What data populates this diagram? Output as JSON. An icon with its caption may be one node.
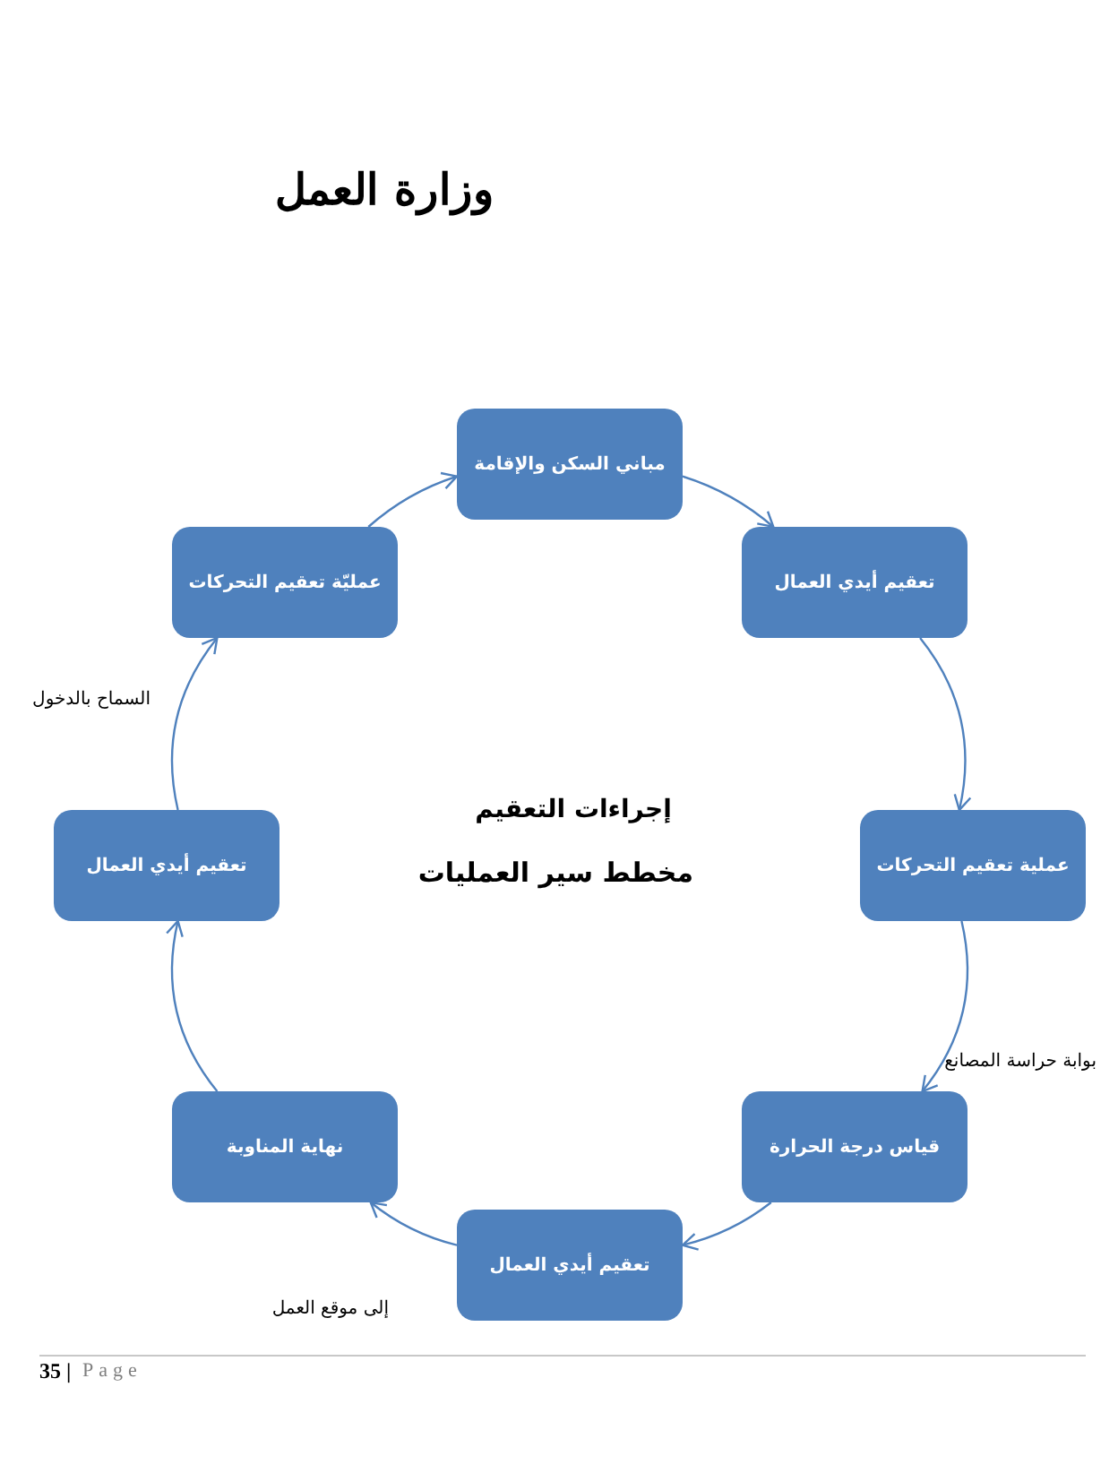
{
  "diagram": {
    "title": "إجراءات التعقيم",
    "nodes": [
      {
        "text": [
          "مباني السكن والإقامة"
        ]
      },
      {
        "text": [
          "تعقيم أيدي العمال"
        ]
      },
      {
        "text": [
          "عملية تعقيم التحركات"
        ]
      },
      {
        "text": [
          "قياس درجة الحرارة"
        ]
      },
      {
        "text": [
          "تعقيم أيدي العمال"
        ]
      },
      {
        "text": [
          "نهاية المناوبة"
        ]
      },
      {
        "text": [
          "تعقيم أيدي العمال"
        ]
      },
      {
        "text": [
          "عمليّة تعقيم التحركات"
        ]
      }
    ],
    "edges": [
      {
        "from": 0,
        "to": 1,
        "arrow": "to"
      },
      {
        "from": 1,
        "to": 2,
        "arrow": "to"
      },
      {
        "from": 2,
        "to": 3,
        "arrow": "to"
      },
      {
        "from": 3,
        "to": 4,
        "arrow": "to"
      },
      {
        "from": 4,
        "to": 5,
        "arrow": "to"
      },
      {
        "from": 5,
        "to": 6,
        "arrow": "to"
      },
      {
        "from": 6,
        "to": 7,
        "arrow": "to"
      },
      {
        "from": 7,
        "to": 0,
        "arrow": "to"
      }
    ],
    "labels": [
      "وزارة العمل",
      "السماح بالدخول",
      "مخطط سير العمليات",
      "بوابة حراسة المصانع",
      "إلى موقع العمل",
      "35 |",
      "Page"
    ]
  }
}
